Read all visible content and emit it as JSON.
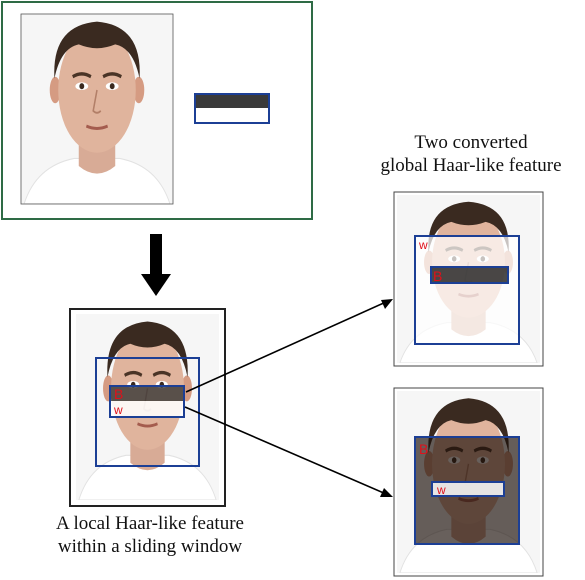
{
  "captions": {
    "global_line1": "Two converted",
    "global_line2": "global Haar-like feature",
    "local_line1": "A local Haar-like feature",
    "local_line2": "within a sliding window"
  },
  "labels": {
    "black_region": "B",
    "white_region": "w"
  },
  "colors": {
    "outer_frame": "#2e6b45",
    "haar_border": "#1c3f95",
    "haar_black": "#3a3a3a",
    "label_red": "#e0101a",
    "arrow": "#000000"
  },
  "faces": [
    {
      "name": "original-face",
      "tone": "normal"
    },
    {
      "name": "local-feature-face",
      "tone": "normal"
    },
    {
      "name": "global-feature-face-light",
      "tone": "light"
    },
    {
      "name": "global-feature-face-dark",
      "tone": "dark"
    }
  ]
}
